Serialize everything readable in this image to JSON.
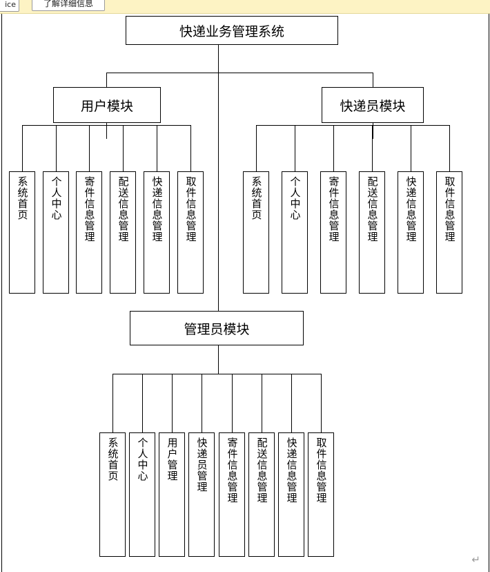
{
  "notice_bar": {
    "left_button_label": "ice",
    "detail_button_label": "了解详细信息"
  },
  "document": {
    "paragraph_mark": "↵"
  },
  "chart_data": {
    "type": "tree-diagram",
    "title": "快递业务管理系统",
    "root": {
      "label": "快递业务管理系统",
      "children": [
        {
          "label": "用户模块",
          "children": [
            {
              "label": "系统首页"
            },
            {
              "label": "个人中心"
            },
            {
              "label": "寄件信息管理"
            },
            {
              "label": "配送信息管理"
            },
            {
              "label": "快递信息管理"
            },
            {
              "label": "取件信息管理"
            }
          ]
        },
        {
          "label": "快递员模块",
          "children": [
            {
              "label": "系统首页"
            },
            {
              "label": "个人中心"
            },
            {
              "label": "寄件信息管理"
            },
            {
              "label": "配送信息管理"
            },
            {
              "label": "快递信息管理"
            },
            {
              "label": "取件信息管理"
            }
          ]
        },
        {
          "label": "管理员模块",
          "children": [
            {
              "label": "系统首页"
            },
            {
              "label": "个人中心"
            },
            {
              "label": "用户管理"
            },
            {
              "label": "快递员管理"
            },
            {
              "label": "寄件信息管理"
            },
            {
              "label": "配送信息管理"
            },
            {
              "label": "快递信息管理"
            },
            {
              "label": "取件信息管理"
            }
          ]
        }
      ]
    }
  }
}
